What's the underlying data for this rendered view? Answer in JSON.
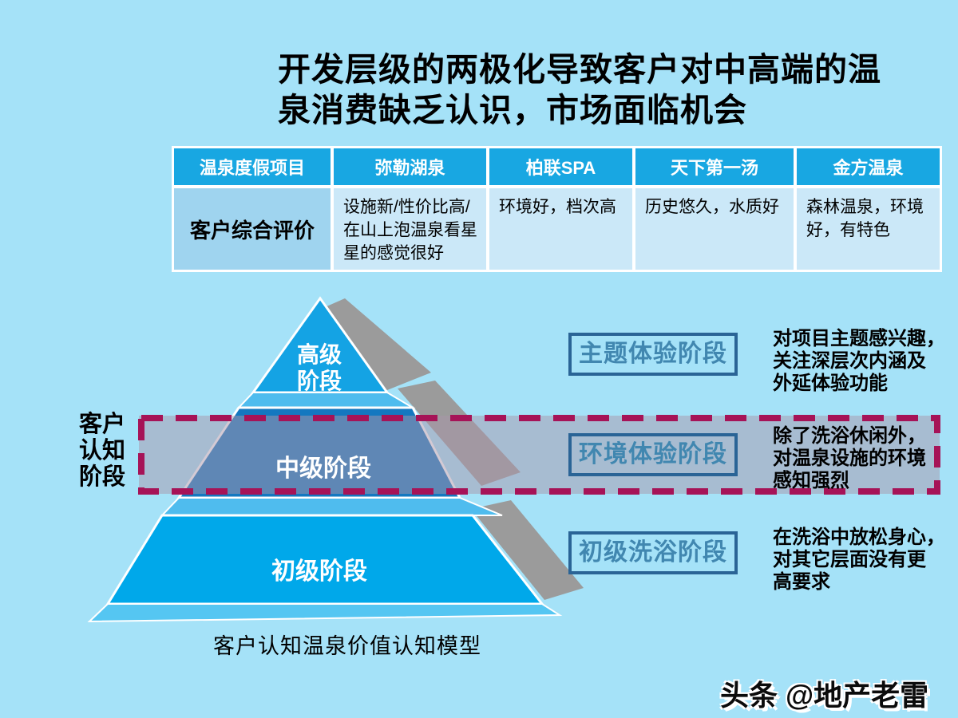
{
  "title": {
    "line1": "开发层级的两极化导致客户对中高端的温",
    "line2": "泉消费缺乏认识，市场面临机会"
  },
  "table": {
    "headers": [
      "温泉度假项目",
      "弥勒湖泉",
      "柏联SPA",
      "天下第一汤",
      "金方温泉"
    ],
    "row_label": "客户综合评价",
    "row_values": [
      "设施新/性价比高/\n在山上泡温泉看星\n星的感觉很好",
      "环境好，档次高",
      "历史悠久，水质好",
      "森林温泉，环境\n好，有特色"
    ]
  },
  "pyramid": {
    "left_label": "客户\n认知\n阶段",
    "tiers": [
      {
        "label": "高级\n阶段"
      },
      {
        "label": "中级阶段"
      },
      {
        "label": "初级阶段"
      }
    ],
    "caption": "客户认知温泉价值认知模型"
  },
  "stages": [
    {
      "box": "主题体验阶段",
      "desc": "对项目主题感兴趣，\n关注深层次内涵及\n外延体验功能"
    },
    {
      "box": "环境体验阶段",
      "desc": "除了洗浴休闲外，\n对温泉设施的环境\n感知强烈"
    },
    {
      "box": "初级洗浴阶段",
      "desc": "在洗浴中放松身心，\n对其它层面没有更\n高要求"
    }
  ],
  "watermark": "头条 @地产老雷",
  "colors": {
    "background": "#A5E2F8",
    "table_header": "#18A7E2",
    "table_row_label": "#9FD4EF",
    "table_row_cell": "#CBE8F8",
    "tier_top": "#14A3E4",
    "tier_middle": "#1478C0",
    "tier_bottom": "#00A8EA",
    "tier_top_face": "#4FBCEE",
    "tier_shadow": "#9B9B9B",
    "band_dash": "#A61357",
    "stage_box_border": "#2A6496",
    "stage_box_text": "#4187B0"
  }
}
